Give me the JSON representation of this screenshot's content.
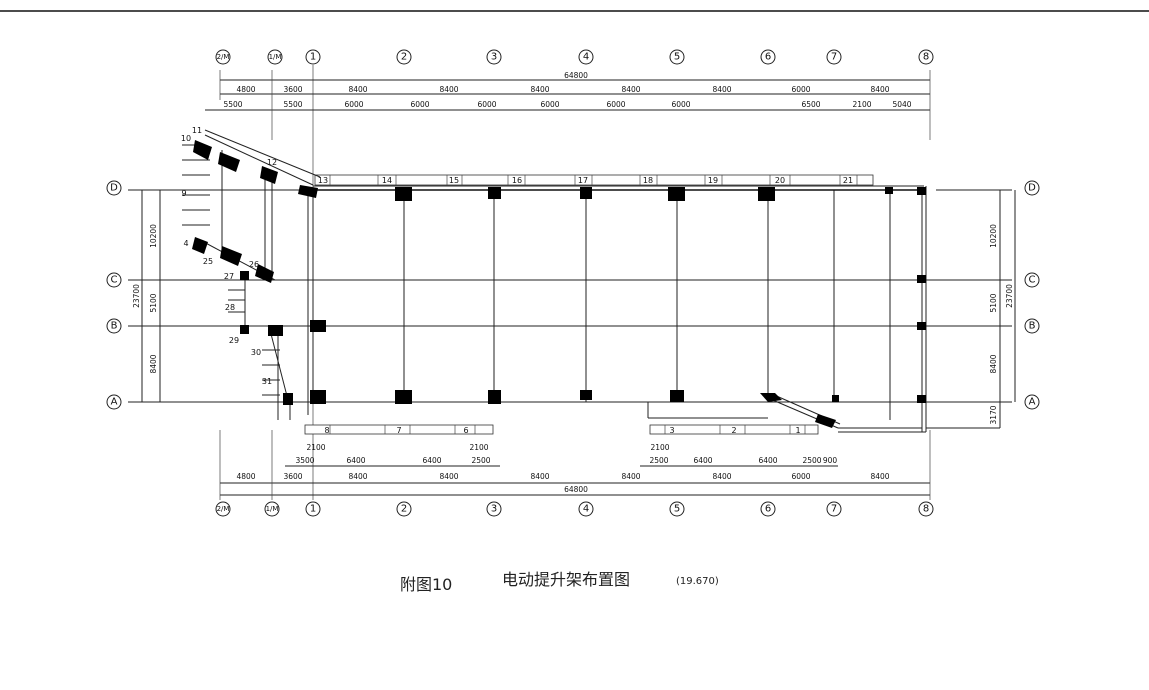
{
  "drawing": {
    "caption_prefix": "附图10",
    "caption_title": "电动提升架布置图",
    "caption_elevation": "(19.670)"
  },
  "axes": {
    "columns": [
      "2/M",
      "1/M",
      "1",
      "2",
      "3",
      "4",
      "5",
      "6",
      "7",
      "8"
    ],
    "rows": [
      "D",
      "C",
      "B",
      "A"
    ]
  },
  "dimensions": {
    "top_total": "64800",
    "top_row1": [
      "4800",
      "3600",
      "8400",
      "8400",
      "8400",
      "8400",
      "8400",
      "6000",
      "8400"
    ],
    "top_row2": [
      "5500",
      "5500",
      "6000",
      "6000",
      "6000",
      "6000",
      "6000",
      "6000",
      "6500",
      "2100",
      "5040"
    ],
    "bottom_total": "64800",
    "bottom_row": [
      "4800",
      "3600",
      "8400",
      "8400",
      "8400",
      "8400",
      "8400",
      "6000",
      "8400"
    ],
    "bottom_sub_left": [
      "2100",
      "3500",
      "6400",
      "6400",
      "2100",
      "2500"
    ],
    "bottom_sub_right": [
      "2100",
      "2500",
      "6400",
      "6400",
      "2500",
      "900"
    ],
    "side_left": [
      "10200",
      "5100",
      "8400"
    ],
    "side_left_total": "23700",
    "side_right": [
      "10200",
      "5100",
      "8400",
      "3170"
    ],
    "side_right_total": "23700"
  },
  "segments": {
    "top": [
      "12",
      "13",
      "14",
      "15",
      "16",
      "17",
      "18",
      "19",
      "20",
      "21"
    ],
    "bottom": [
      "8",
      "7",
      "6",
      "3",
      "2",
      "1"
    ],
    "left": [
      "11",
      "10",
      "9",
      "4",
      "25",
      "26",
      "27",
      "28",
      "29",
      "30",
      "31"
    ]
  }
}
